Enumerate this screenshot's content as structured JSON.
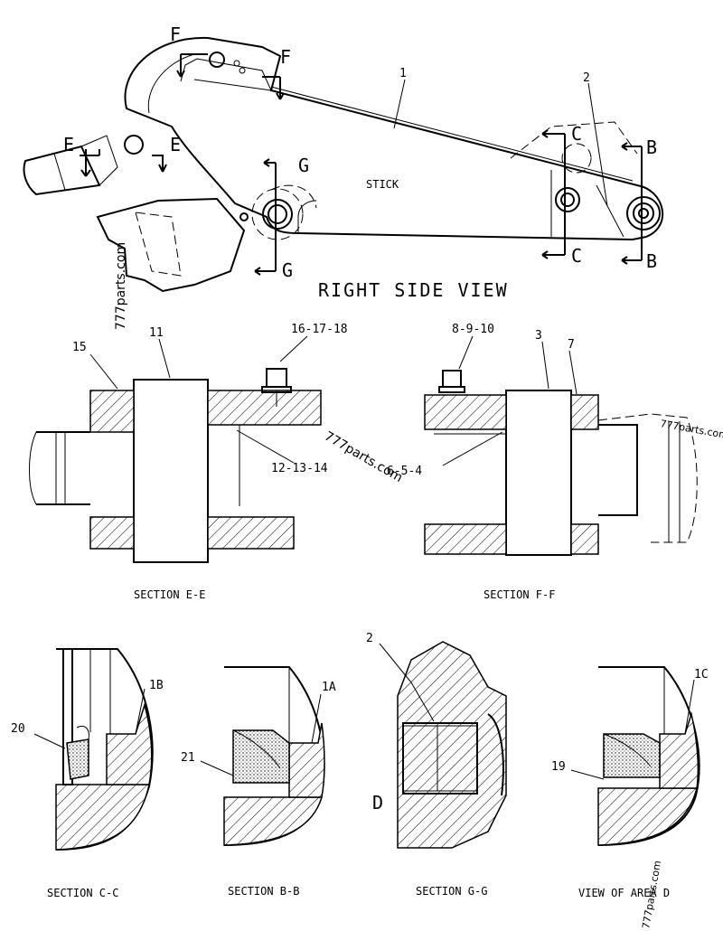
{
  "main_view": {
    "title": "RIGHT SIDE VIEW",
    "component_label": "STICK",
    "callouts": [
      "1",
      "2"
    ],
    "section_markers": {
      "c": "C",
      "b": "B",
      "e": "E",
      "f": "F",
      "g": "G"
    }
  },
  "section_e": {
    "caption": "SECTION E-E",
    "callouts": [
      "15",
      "11",
      "16-17-18",
      "12-13-14"
    ]
  },
  "section_f": {
    "caption": "SECTION F-F",
    "callouts": [
      "8-9-10",
      "3",
      "7",
      "6-5-4"
    ]
  },
  "section_c": {
    "caption": "SECTION C-C",
    "callouts": [
      "1B",
      "20"
    ]
  },
  "section_b": {
    "caption": "SECTION B-B",
    "callouts": [
      "1A",
      "21"
    ]
  },
  "section_g": {
    "caption": "SECTION G-G",
    "callouts": [
      "2"
    ],
    "area_marker": "D"
  },
  "view_d": {
    "caption": "VIEW OF AREA D",
    "callouts": [
      "1C",
      "19"
    ]
  },
  "watermark": {
    "text": "777parts.com"
  }
}
